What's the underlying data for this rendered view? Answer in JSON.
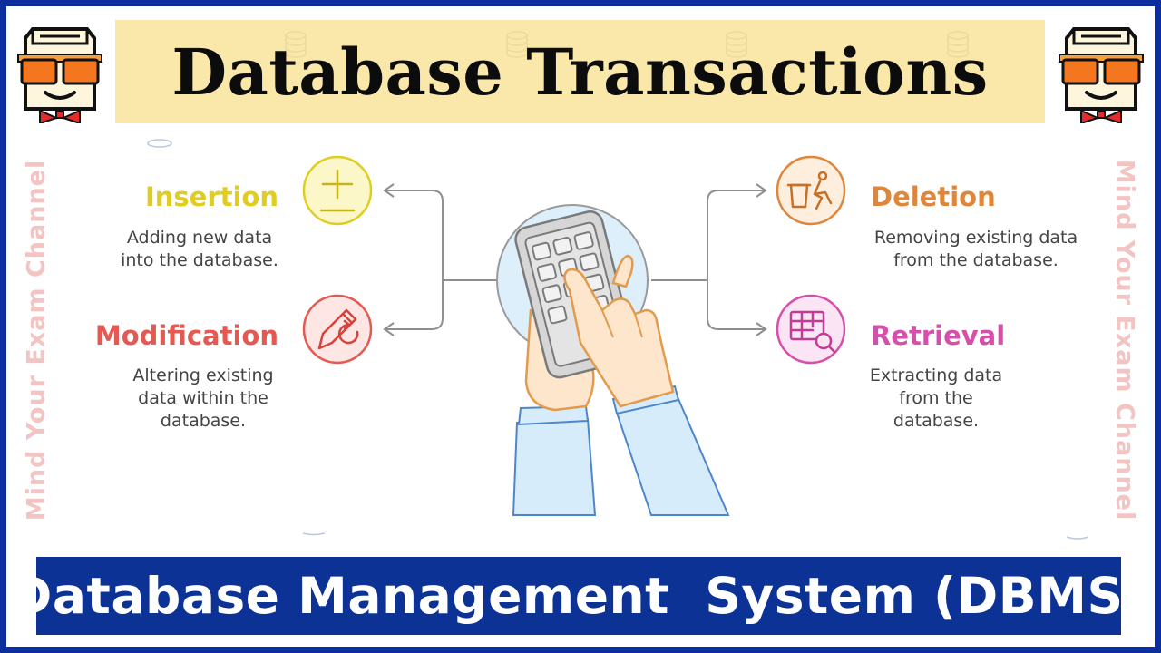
{
  "title": "Database Transactions",
  "footer": "Database Management  System (DBMS)",
  "watermark": "Mind Your Exam Channel",
  "colors": {
    "frame": "#0d2f9e",
    "title_bg": "#fae8aa",
    "footer_bg": "#0c3296",
    "insertion": "#e0cd22",
    "modification": "#e25a52",
    "deletion": "#de873c",
    "retrieval": "#d64fab"
  },
  "operations": [
    {
      "name": "Insertion",
      "description": "Adding new data\ninto the database.",
      "icon": "plus-minus-icon"
    },
    {
      "name": "Modification",
      "description": "Altering existing\ndata within the\ndatabase.",
      "icon": "edit-refresh-icon"
    },
    {
      "name": "Deletion",
      "description": "Removing existing data\nfrom the database.",
      "icon": "trash-person-icon"
    },
    {
      "name": "Retrieval",
      "description": "Extracting data\nfrom the\ndatabase.",
      "icon": "table-search-icon"
    }
  ]
}
